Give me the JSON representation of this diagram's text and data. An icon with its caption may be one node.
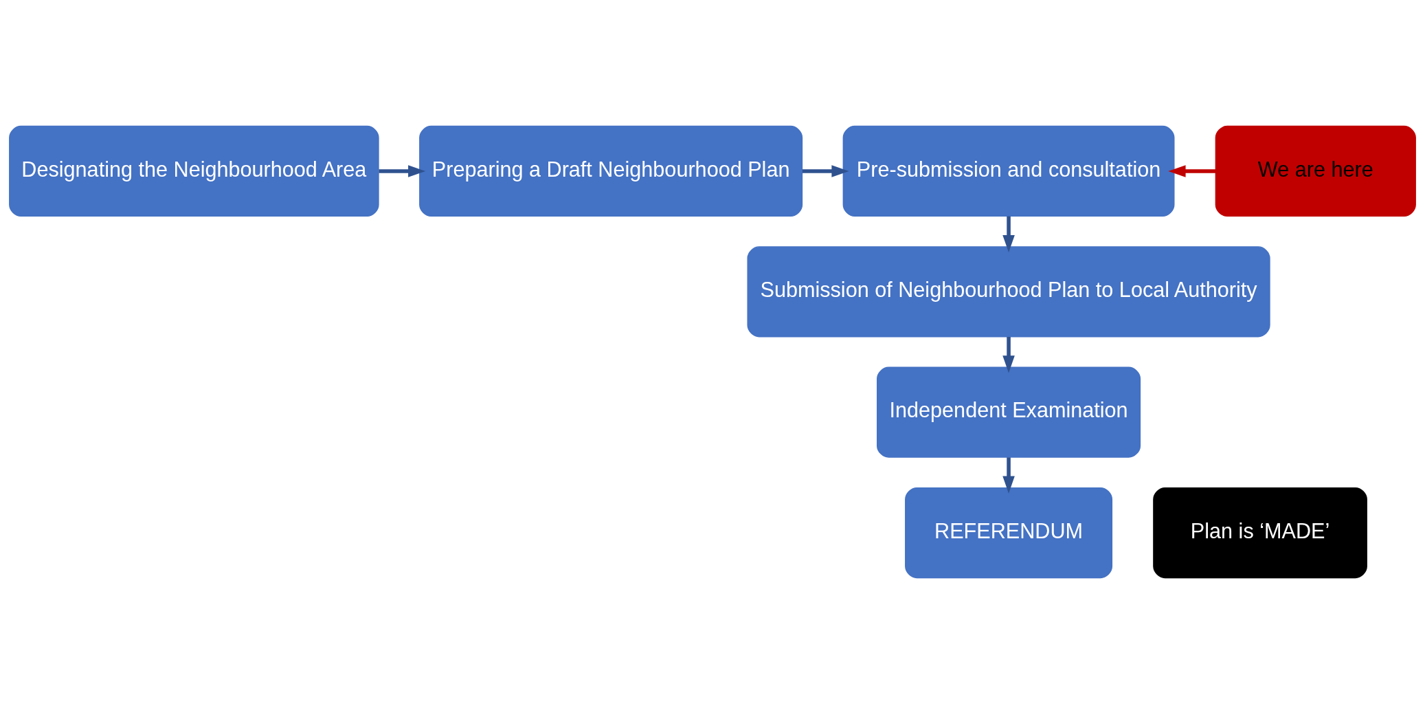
{
  "diagram": {
    "nodes": [
      {
        "text": [
          "Designating the Neighbourhood Area"
        ]
      },
      {
        "text": [
          "Preparing a Draft Neighbourhood Plan"
        ]
      },
      {
        "text": [
          "Pre-submission and consultation"
        ]
      },
      {
        "text": [
          "We are here"
        ]
      },
      {
        "text": [
          "Submission of Neighbourhood Plan to Local Authority"
        ]
      },
      {
        "text": [
          "Independent Examination"
        ]
      },
      {
        "text": [
          "REFERENDUM"
        ]
      },
      {
        "text": [
          "Plan is ‘MADE’"
        ]
      }
    ],
    "edges": [
      {
        "from": 0,
        "to": 1,
        "arrow": "to"
      },
      {
        "from": 1,
        "to": 2,
        "arrow": "to"
      },
      {
        "from": 3,
        "to": 2,
        "arrow": "to",
        "color": "#c00000"
      },
      {
        "from": 2,
        "to": 4,
        "arrow": "to"
      },
      {
        "from": 4,
        "to": 5,
        "arrow": "to"
      },
      {
        "from": 5,
        "to": 6,
        "arrow": "to"
      }
    ]
  }
}
